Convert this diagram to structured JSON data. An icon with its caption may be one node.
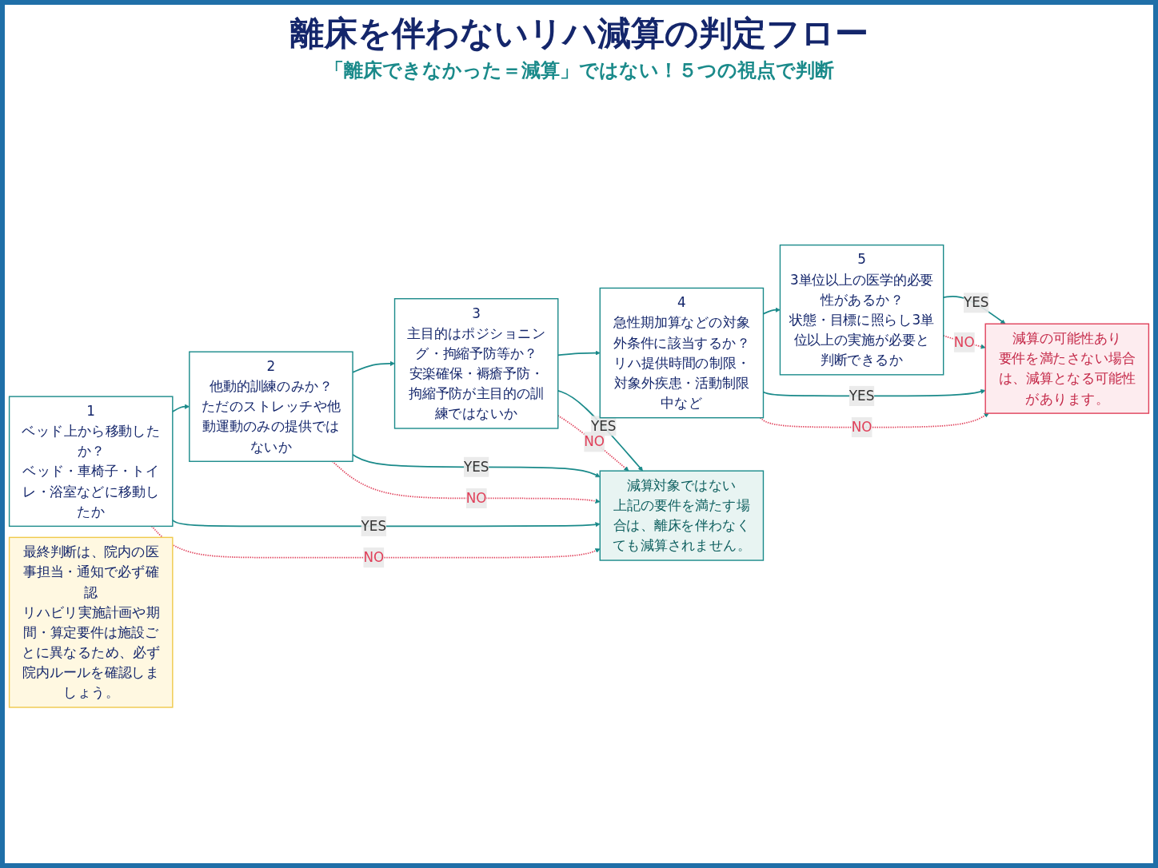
{
  "diagram": {
    "title": "離床を伴わないリハ減算の判定フロー",
    "nodes": [
      {
        "text": [
          "1",
          "ベッド上から移動したか？",
          "ベッド・車椅子・トイレ・浴室などに移動したか"
        ]
      },
      {
        "text": [
          "2",
          "他動的訓練のみか？",
          "ただのストレッチや他動運動のみの提供ではないか"
        ]
      },
      {
        "text": [
          "3",
          "主目的はポジショニング・拘縮予防等か？",
          "安楽確保・褥瘡予防・拘縮予防が主目的の訓練ではないか"
        ]
      },
      {
        "text": [
          "4",
          "急性期加算などの対象外条件に該当するか？",
          "リハ提供時間の制限・対象外疾患・活動制限中など"
        ]
      },
      {
        "text": [
          "5",
          "3単位以上の医学的必要性があるか？",
          "状態・目標に照らし3単位以上の実施が必要と判断できるか"
        ]
      },
      {
        "text": [
          "減算対象ではない",
          "上記の要件を満たす場合は、離床を伴わなくても減算されません。"
        ]
      },
      {
        "text": [
          "減算の可能性あり",
          "要件を満たさない場合は、減算となる可能性があります。"
        ]
      },
      {
        "text": [
          "最終判断は、院内の医事担当・通知で必ず確認",
          "リハビリ実施計画や期間・算定要件は施設ごとに異なるため、必ず院内ルールを確認しましょう。"
        ]
      }
    ],
    "edges": [
      {
        "from": 0,
        "to": 1,
        "arrow": "to"
      },
      {
        "from": 1,
        "to": 2,
        "arrow": "to"
      },
      {
        "from": 2,
        "to": 3,
        "arrow": "to"
      },
      {
        "from": 3,
        "to": 4,
        "arrow": "to"
      },
      {
        "from": 0,
        "to": 5,
        "arrow": "to",
        "label": "YES"
      },
      {
        "from": 0,
        "to": 5,
        "arrow": "to",
        "label": "NO",
        "style": "dashed",
        "color": "#e0405a"
      },
      {
        "from": 1,
        "to": 5,
        "arrow": "to",
        "label": "YES"
      },
      {
        "from": 1,
        "to": 5,
        "arrow": "to",
        "label": "NO",
        "style": "dashed",
        "color": "#e0405a"
      },
      {
        "from": 2,
        "to": 5,
        "arrow": "to",
        "label": "YES"
      },
      {
        "from": 2,
        "to": 5,
        "arrow": "to",
        "label": "NO",
        "style": "dashed",
        "color": "#e0405a"
      },
      {
        "from": 3,
        "to": 6,
        "arrow": "to",
        "label": "YES"
      },
      {
        "from": 3,
        "to": 6,
        "arrow": "to",
        "label": "NO",
        "style": "dashed",
        "color": "#e0405a"
      },
      {
        "from": 4,
        "to": 6,
        "arrow": "to",
        "label": "YES"
      },
      {
        "from": 4,
        "to": 6,
        "arrow": "to",
        "label": "NO",
        "style": "dashed",
        "color": "#e0405a"
      }
    ],
    "labels": [
      "「離床できなかった＝減算」ではない！５つの視点で判断"
    ]
  }
}
